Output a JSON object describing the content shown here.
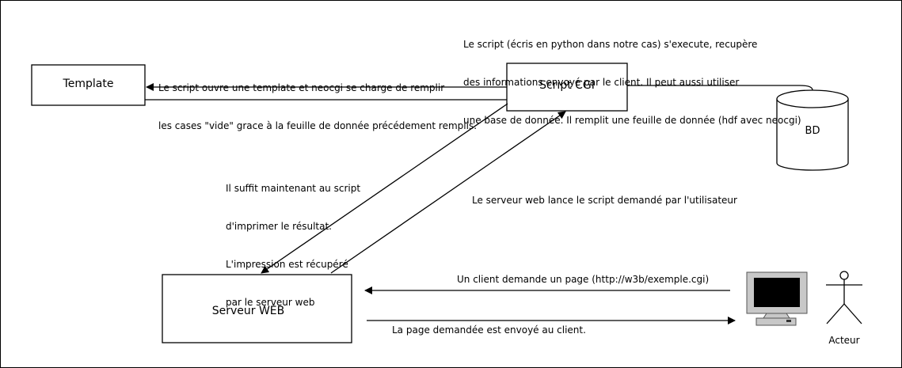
{
  "nodes": {
    "template": "Template",
    "script_cgi": "Script CGI",
    "database": "BD",
    "web_server": "Serveur WEB",
    "actor": "Acteur"
  },
  "annotations": {
    "script_executes": [
      "Le script (écris en python dans notre cas) s'execute, recupère",
      "des informations envoyé par le client. Il peut aussi utiliser",
      "une base de donnée. Il remplit une feuille de donnée (hdf avec neocgi)"
    ],
    "template_fill": [
      "Le script ouvre une template et neocgi se charge de remplir",
      "les cases \"vide\" grace à la feuille de donnée précédement remplis."
    ],
    "print_result": [
      "Il suffit maintenant au script",
      "d'imprimer le résultat.",
      "L'impression est récupéré",
      "par le serveur web"
    ],
    "server_launches": "Le serveur web lance le script demandé par l'utilisateur",
    "client_request": "Un client demande un page (http://w3b/exemple.cgi)",
    "page_sent": "La page demandée est envoyé au client."
  }
}
